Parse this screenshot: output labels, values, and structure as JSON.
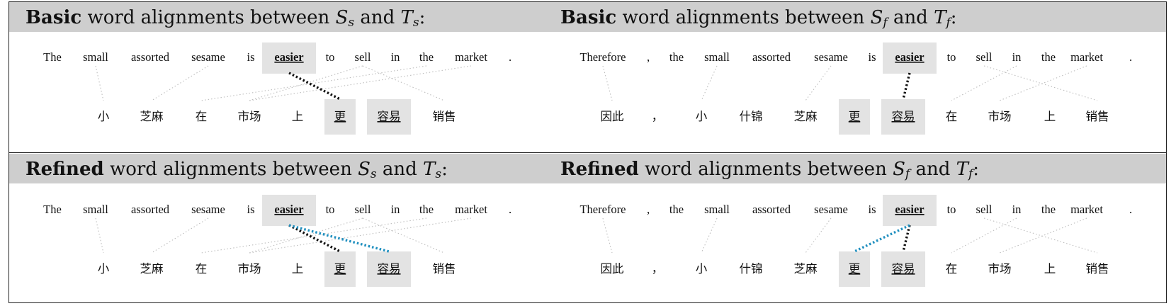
{
  "colors": {
    "header_bg": "#cecece",
    "highlight_box": "#e3e3e3",
    "basic_link": "#111111",
    "refined_link": "#1f8fbf",
    "faint_link": "#bdbdbd"
  },
  "panels": [
    {
      "title_bold": "Basic",
      "title_mid": "word alignments between",
      "sym_a": "S",
      "sub_a": "s",
      "and": "and",
      "sym_b": "T",
      "sub_b": "s",
      "colon": ":",
      "source": [
        "The",
        "small",
        "assorted",
        "sesame",
        "is",
        "easier",
        "to",
        "sell",
        "in",
        "the",
        "market",
        "."
      ],
      "target": [
        "小",
        "芝麻",
        "在",
        "市场",
        "上",
        "更",
        "容易",
        "销售"
      ],
      "highlight_source": [
        5
      ],
      "highlight_target": [
        5,
        6
      ],
      "faint_links": [
        [
          1,
          0
        ],
        [
          3,
          1
        ],
        [
          7,
          3
        ],
        [
          9,
          2
        ],
        [
          10,
          3
        ],
        [
          7,
          7
        ]
      ],
      "main_links": [
        [
          5,
          5
        ]
      ],
      "refined_links": []
    },
    {
      "title_bold": "Basic",
      "title_mid": "word alignments between",
      "sym_a": "S",
      "sub_a": "f",
      "and": "and",
      "sym_b": "T",
      "sub_b": "f",
      "colon": ":",
      "source": [
        "Therefore",
        ",",
        "the",
        "small",
        "assorted",
        "sesame",
        "is",
        "easier",
        "to",
        "sell",
        "in",
        "the",
        "market",
        "."
      ],
      "target": [
        "因此",
        "，",
        "小",
        "什锦",
        "芝麻",
        "更",
        "容易",
        "在",
        "市场",
        "上",
        "销售"
      ],
      "highlight_source": [
        7
      ],
      "highlight_target": [
        5,
        6
      ],
      "faint_links": [
        [
          0,
          0
        ],
        [
          3,
          2
        ],
        [
          5,
          4
        ],
        [
          10,
          7
        ],
        [
          12,
          8
        ],
        [
          9,
          10
        ]
      ],
      "main_links": [
        [
          7,
          6
        ]
      ],
      "refined_links": []
    },
    {
      "title_bold": "Refined",
      "title_mid": "word alignments between",
      "sym_a": "S",
      "sub_a": "s",
      "and": "and",
      "sym_b": "T",
      "sub_b": "s",
      "colon": ":",
      "source": [
        "The",
        "small",
        "assorted",
        "sesame",
        "is",
        "easier",
        "to",
        "sell",
        "in",
        "the",
        "market",
        "."
      ],
      "target": [
        "小",
        "芝麻",
        "在",
        "市场",
        "上",
        "更",
        "容易",
        "销售"
      ],
      "highlight_source": [
        5
      ],
      "highlight_target": [
        5,
        6
      ],
      "faint_links": [
        [
          1,
          0
        ],
        [
          3,
          1
        ],
        [
          7,
          3
        ],
        [
          9,
          2
        ],
        [
          10,
          3
        ],
        [
          7,
          7
        ]
      ],
      "main_links": [
        [
          5,
          5
        ]
      ],
      "refined_links": [
        [
          5,
          6
        ]
      ]
    },
    {
      "title_bold": "Refined",
      "title_mid": "word alignments between",
      "sym_a": "S",
      "sub_a": "f",
      "and": "and",
      "sym_b": "T",
      "sub_b": "f",
      "colon": ":",
      "source": [
        "Therefore",
        ",",
        "the",
        "small",
        "assorted",
        "sesame",
        "is",
        "easier",
        "to",
        "sell",
        "in",
        "the",
        "market",
        "."
      ],
      "target": [
        "因此",
        "，",
        "小",
        "什锦",
        "芝麻",
        "更",
        "容易",
        "在",
        "市场",
        "上",
        "销售"
      ],
      "highlight_source": [
        7
      ],
      "highlight_target": [
        5,
        6
      ],
      "faint_links": [
        [
          0,
          0
        ],
        [
          3,
          2
        ],
        [
          5,
          4
        ],
        [
          10,
          7
        ],
        [
          12,
          8
        ],
        [
          9,
          10
        ]
      ],
      "main_links": [
        [
          7,
          6
        ]
      ],
      "refined_links": [
        [
          7,
          5
        ]
      ]
    }
  ]
}
